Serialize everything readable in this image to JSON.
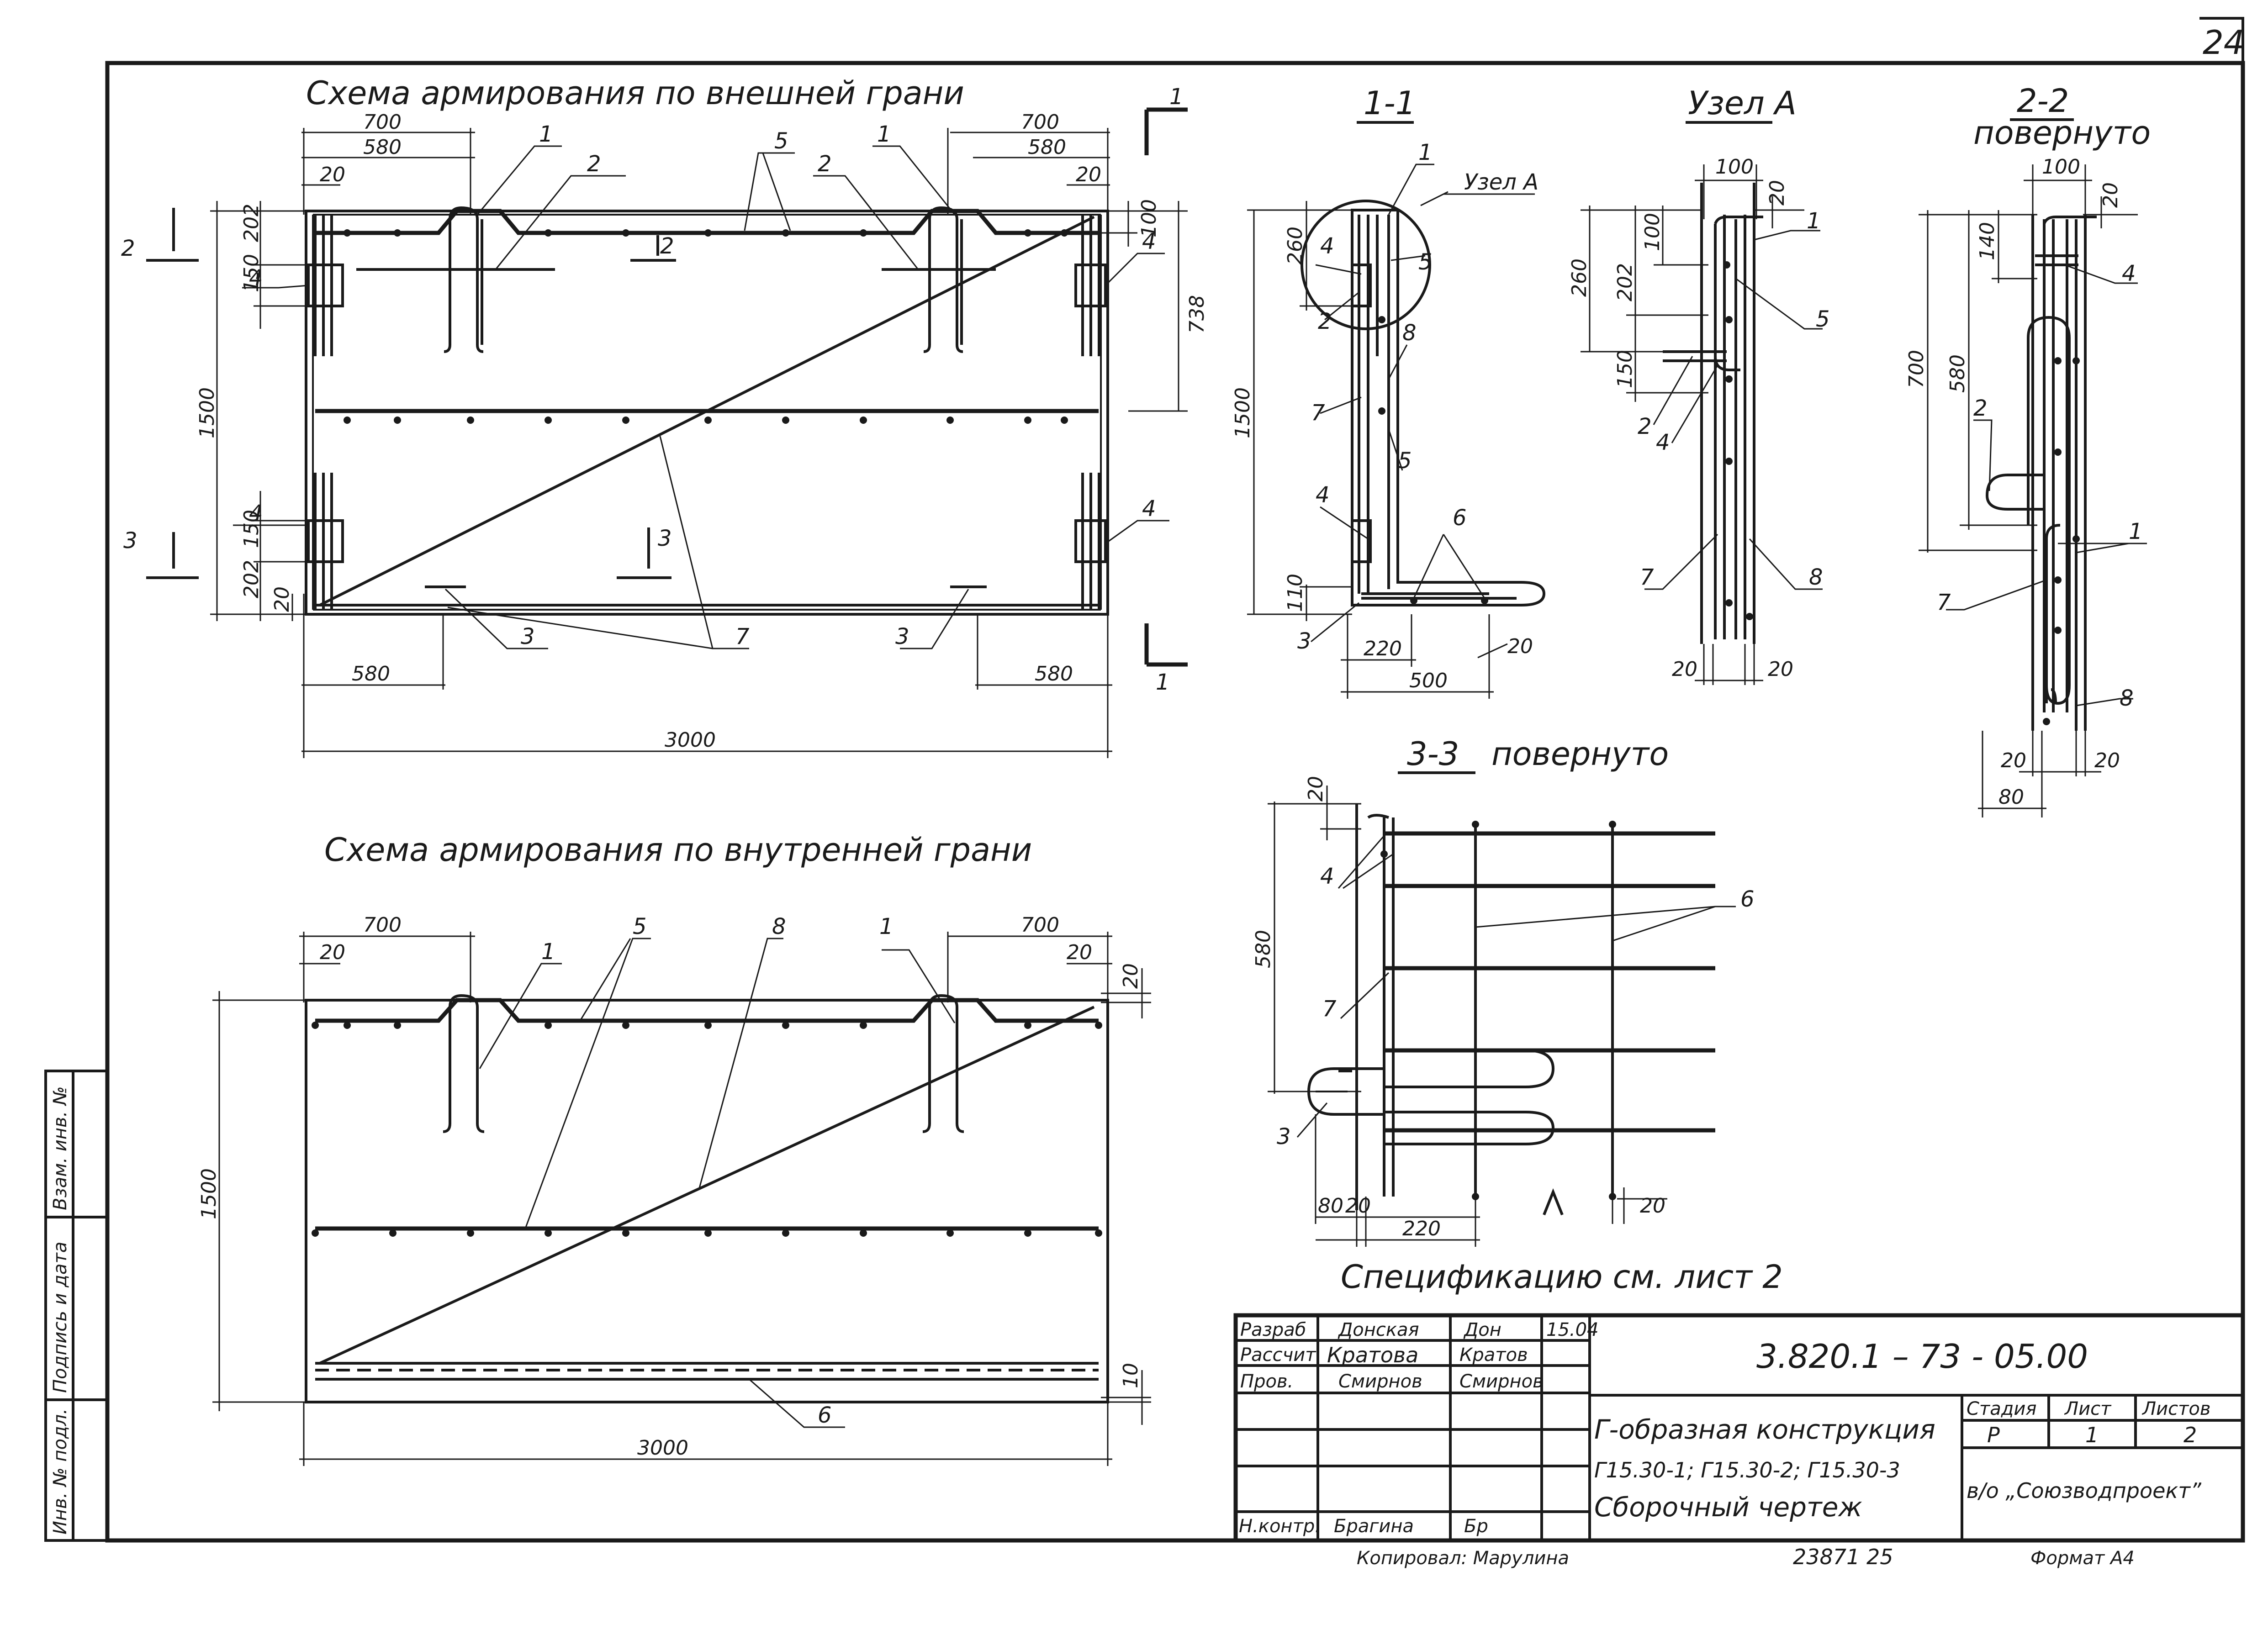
{
  "sheet": {
    "page_number": "24"
  },
  "titles": {
    "outer_face": "Схема армирования по внешней грани",
    "inner_face": "Схема армирования по внутренней грани",
    "section_1": "1-1",
    "node_a": "Узел А",
    "node_a_callout": "Узел А",
    "section_2": "2-2",
    "section_2_note": "повернуто",
    "section_3": "3-3",
    "section_3_note": "повернуто",
    "spec_note": "Спецификацию см. лист 2"
  },
  "outer_view": {
    "dims": {
      "d700_l": "700",
      "d580_l": "580",
      "d20_l": "20",
      "d700_r": "700",
      "d580_r": "580",
      "d20_r": "20",
      "d202_t": "202",
      "d150_t": "150",
      "d1500": "1500",
      "d150_b": "150",
      "d202_b": "202",
      "d20_b": "20",
      "d100": "100",
      "d738": "738",
      "d580_bl": "580",
      "d580_br": "580",
      "d3000": "3000"
    },
    "callouts": [
      "1",
      "2",
      "5",
      "2",
      "1",
      "4",
      "4",
      "4",
      "4",
      "3",
      "7",
      "3"
    ],
    "section_marks": {
      "s1_top": "1",
      "s1_bottom": "1",
      "s2": "2",
      "s2_inner": "2",
      "s3": "3",
      "s3_inner": "3"
    }
  },
  "inner_view": {
    "dims": {
      "d700_l": "700",
      "d20_l": "20",
      "d700_r": "700",
      "d20_r": "20",
      "d20_top": "20",
      "d1500": "1500",
      "d10": "10",
      "d3000": "3000"
    },
    "callouts": [
      "1",
      "5",
      "8",
      "1",
      "6"
    ]
  },
  "section_1_1": {
    "dims": {
      "d260": "260",
      "d1500": "1500",
      "d110": "110",
      "d220": "220",
      "d500": "500",
      "d20": "20"
    },
    "callouts": [
      "1",
      "4",
      "2",
      "5",
      "8",
      "7",
      "5",
      "4",
      "6",
      "3"
    ]
  },
  "node_a": {
    "dims": {
      "d100_top": "100",
      "d20_top": "20",
      "d100": "100",
      "d260": "260",
      "d202": "202",
      "d150": "150",
      "d20_l": "20",
      "d20_r": "20"
    },
    "callouts": [
      "1",
      "5",
      "2",
      "4",
      "7",
      "8"
    ]
  },
  "section_2_2": {
    "dims": {
      "d100": "100",
      "d20_top": "20",
      "d140": "140",
      "d700": "700",
      "d580": "580",
      "d20_l": "20",
      "d20_r": "20",
      "d80": "80"
    },
    "callouts": [
      "4",
      "2",
      "1",
      "7",
      "8"
    ]
  },
  "section_3_3": {
    "dims": {
      "d20_top": "20",
      "d580": "580",
      "d80": "80",
      "d20": "20",
      "d220": "220",
      "d20_r": "20"
    },
    "callouts": [
      "4",
      "6",
      "7",
      "3"
    ]
  },
  "side_stamp": {
    "inv_podl": "Инв. № подл.",
    "podpis": "Подпись и дата",
    "vzam": "Взам. инв. №"
  },
  "title_block": {
    "rows": [
      {
        "role": "Разраб",
        "name": "Донская",
        "sign": "Дон",
        "date": "15.04"
      },
      {
        "role": "Рассчит",
        "name": "Кратова",
        "sign": "Кратов",
        "date": ""
      },
      {
        "role": "Пров.",
        "name": "Смирнов",
        "sign": "Смирнов",
        "date": ""
      },
      {
        "role": "",
        "name": "",
        "sign": "",
        "date": ""
      },
      {
        "role": "",
        "name": "",
        "sign": "",
        "date": ""
      },
      {
        "role": "",
        "name": "",
        "sign": "",
        "date": ""
      },
      {
        "role": "Н.контр.",
        "name": "Брагина",
        "sign": "Бр",
        "date": ""
      }
    ],
    "code": "3.820.1 – 73 - 05.00",
    "name_line1": "Г-образная конструкция",
    "name_line2": "Г15.30-1; Г15.30-2; Г15.30-3",
    "name_line3": "Сборочный чертеж",
    "stage_h": "Стадия",
    "sheet_h": "Лист",
    "sheets_h": "Листов",
    "stage": "Р",
    "sheet": "1",
    "sheets": "2",
    "org": "в/о „Союзводпроект”",
    "copied": "Копировал: Марулина",
    "inv": "23871 25",
    "format": "Формат А4"
  }
}
